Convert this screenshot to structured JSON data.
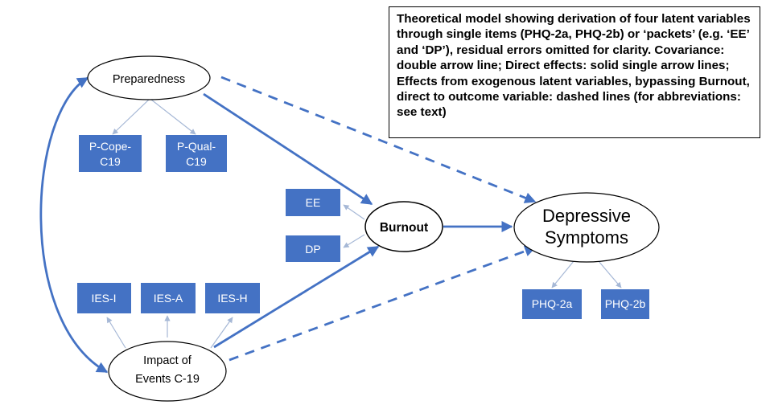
{
  "caption": "Theoretical model showing derivation of four latent variables through single items (PHQ-2a, PHQ-2b) or ‘packets’ (e.g. ‘EE’ and ‘DP’), residual errors omitted for clarity.  Covariance: double arrow line; Direct effects: solid single arrow lines; Effects from exogenous latent variables, bypassing Burnout, direct to outcome variable: dashed lines (for abbreviations: see text)",
  "latent": {
    "preparedness": "Preparedness",
    "impact_line1": "Impact of",
    "impact_line2": "Events C-19",
    "burnout": "Burnout",
    "depressive_line1": "Depressive",
    "depressive_line2": "Symptoms"
  },
  "indicators": {
    "pcope_line1": "P-Cope-",
    "pcope_line2": "C19",
    "pqual_line1": "P-Qual-",
    "pqual_line2": "C19",
    "ee": "EE",
    "dp": "DP",
    "iesi": "IES-I",
    "iesa": "IES-A",
    "iesh": "IES-H",
    "phq2a": "PHQ-2a",
    "phq2b": "PHQ-2b"
  },
  "colors": {
    "box_fill": "#4472c4",
    "path_blue": "#4472c4",
    "thin_line": "#a6b8d6",
    "ellipse_stroke": "#000000",
    "text_white": "#ffffff"
  }
}
